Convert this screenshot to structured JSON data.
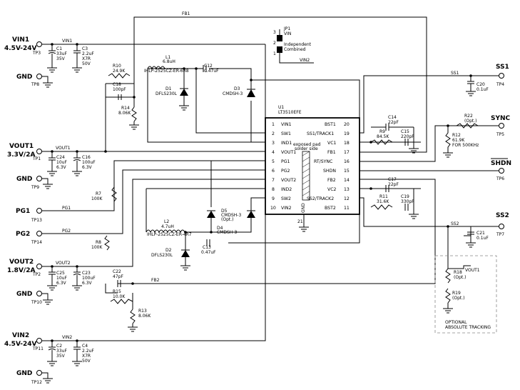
{
  "ic": {
    "ref": "U1",
    "part": "LT3510EFE",
    "pad_note_1": "exposed pad",
    "pad_note_2": "solder side",
    "gnd_label": "GND",
    "gnd_pin": "21"
  },
  "ic_pins_left": [
    {
      "num": "1",
      "name": "VIN1"
    },
    {
      "num": "2",
      "name": "SW1"
    },
    {
      "num": "3",
      "name": "IND1"
    },
    {
      "num": "4",
      "name": "VOUT1"
    },
    {
      "num": "5",
      "name": "PG1"
    },
    {
      "num": "6",
      "name": "PG2"
    },
    {
      "num": "7",
      "name": "VOUT2"
    },
    {
      "num": "8",
      "name": "IND2"
    },
    {
      "num": "9",
      "name": "SW2"
    },
    {
      "num": "10",
      "name": "VIN2"
    }
  ],
  "ic_pins_right": [
    {
      "num": "20",
      "name": "BST1"
    },
    {
      "num": "19",
      "name": "SS1/TRACK1"
    },
    {
      "num": "18",
      "name": "VC1"
    },
    {
      "num": "17",
      "name": "FB1"
    },
    {
      "num": "16",
      "name": "RT/SYNC"
    },
    {
      "num": "15",
      "name": "SHDN"
    },
    {
      "num": "14",
      "name": "FB2"
    },
    {
      "num": "13",
      "name": "VC2"
    },
    {
      "num": "12",
      "name": "SS2/TRACK2"
    },
    {
      "num": "11",
      "name": "BST2"
    }
  ],
  "terminals_left": [
    {
      "l1": "VIN1",
      "l2": "4.5V-24V",
      "tp": "TP3"
    },
    {
      "l1": "GND",
      "l2": "",
      "tp": "TP8"
    },
    {
      "l1": "VOUT1",
      "l2": "3.3V/2A",
      "tp": "TP1"
    },
    {
      "l1": "GND",
      "l2": "",
      "tp": "TP9"
    },
    {
      "l1": "PG1",
      "l2": "",
      "tp": "TP13"
    },
    {
      "l1": "PG2",
      "l2": "",
      "tp": "TP14"
    },
    {
      "l1": "VOUT2",
      "l2": "1.8V/2A",
      "tp": "TP2"
    },
    {
      "l1": "GND",
      "l2": "",
      "tp": "TP10"
    },
    {
      "l1": "VIN2",
      "l2": "4.5V-24V",
      "tp": "TP11"
    },
    {
      "l1": "GND",
      "l2": "",
      "tp": "TP12"
    }
  ],
  "terminals_right": [
    {
      "l1": "SS1",
      "tp": "TP4"
    },
    {
      "l1": "SYNC",
      "tp": "TP5"
    },
    {
      "l1": "SHDN",
      "tp": "TP6"
    },
    {
      "l1": "SS2",
      "tp": "TP7"
    }
  ],
  "nets": {
    "fb1": "FB1",
    "fb2": "FB2",
    "vin1": "VIN1",
    "vin2": "VIN2",
    "vout1": "VOUT1",
    "vout2": "VOUT2",
    "pg1": "PG1",
    "pg2": "PG2",
    "ss1": "SS1",
    "ss2": "SS2",
    "vout1_opt": "VOUT1"
  },
  "jumper": {
    "ref": "JP1",
    "pin_top": "VIN",
    "opt1": "Independent",
    "opt2": "Combined",
    "pin3": "3",
    "pin2": "2",
    "pin1": "1",
    "net": "VIN2"
  },
  "components": {
    "c1": [
      "C1",
      "33uF",
      "35V"
    ],
    "c3": [
      "C3",
      "2.2uF",
      "X7R",
      "50V"
    ],
    "c2": [
      "C2",
      "33uF",
      "35V"
    ],
    "c4": [
      "C4",
      "2.2uF",
      "X7R",
      "50V"
    ],
    "r10": [
      "R10",
      "24.9K"
    ],
    "c18": [
      "C18",
      "100pF"
    ],
    "r14": [
      "R14",
      "8.06K"
    ],
    "l1": [
      "L1",
      "6.8uH",
      "IHLP-2525CZ-ER-6R8"
    ],
    "d1": [
      "D1",
      "DFLS230L"
    ],
    "c12": [
      "C12",
      "0.47uF"
    ],
    "d3": [
      "D3",
      "CMDSH-3"
    ],
    "c24": [
      "C24",
      "10uF",
      "6.3V"
    ],
    "c16": [
      "C16",
      "100uF",
      "6.3V"
    ],
    "r7": [
      "R7",
      "100K"
    ],
    "r8": [
      "R8",
      "100K"
    ],
    "l2": [
      "L2",
      "4.7uH",
      "IHLP-2525CZ-ER-4R7"
    ],
    "d2": [
      "D2",
      "DFLS230L"
    ],
    "c13": [
      "C13",
      "0.47uF"
    ],
    "d5": [
      "D5",
      "CMDSH-3",
      "(Opt.)"
    ],
    "d4": [
      "D4",
      "CMDSH-3"
    ],
    "c25": [
      "C25",
      "10uF",
      "6.3V"
    ],
    "c23": [
      "C23",
      "100uF",
      "6.3V"
    ],
    "c22": [
      "C22",
      "47pF"
    ],
    "r15": [
      "R15",
      "10.0K"
    ],
    "r13": [
      "R13",
      "8.06K"
    ],
    "c20": [
      "C20",
      "0.1uF"
    ],
    "c14": [
      "C14",
      "22pF"
    ],
    "r9": [
      "R9",
      "84.5K"
    ],
    "c15": [
      "C15",
      "220pF"
    ],
    "r22": [
      "R22",
      "(Opt.)"
    ],
    "r12": [
      "R12",
      "61.9K",
      "FOR 500KHz"
    ],
    "c17": [
      "C17",
      "22pF"
    ],
    "r11": [
      "R11",
      "31.6K"
    ],
    "c19": [
      "C19",
      "330pF"
    ],
    "c21": [
      "C21",
      "0.1uF"
    ],
    "r18": [
      "R18",
      "(Opt.)"
    ],
    "r19": [
      "R19",
      "(Opt.)"
    ]
  },
  "optional_box": {
    "line1": "OPTIONAL",
    "line2": "ABSOLUTE TRACKING"
  }
}
